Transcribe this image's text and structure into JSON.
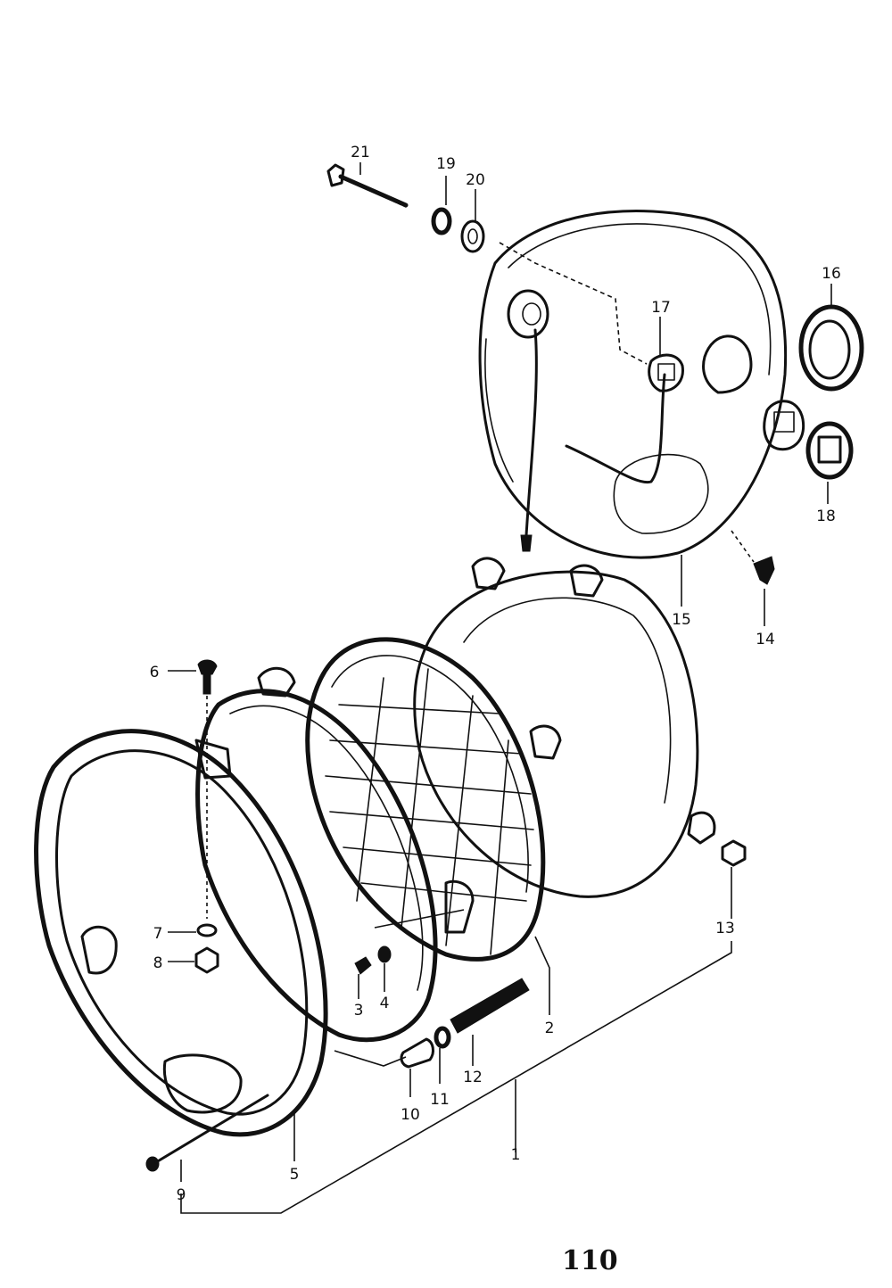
{
  "diagram": {
    "part_labels": {
      "p1": "1",
      "p2": "2",
      "p3": "3",
      "p4": "4",
      "p5": "5",
      "p6": "6",
      "p7": "7",
      "p8": "8",
      "p9": "9",
      "p10": "10",
      "p11": "11",
      "p12": "12",
      "p13": "13",
      "p14": "14",
      "p15": "15",
      "p16": "16",
      "p17": "17",
      "p18": "18",
      "p19": "19",
      "p20": "20",
      "p21": "21"
    },
    "page_number": "110"
  }
}
